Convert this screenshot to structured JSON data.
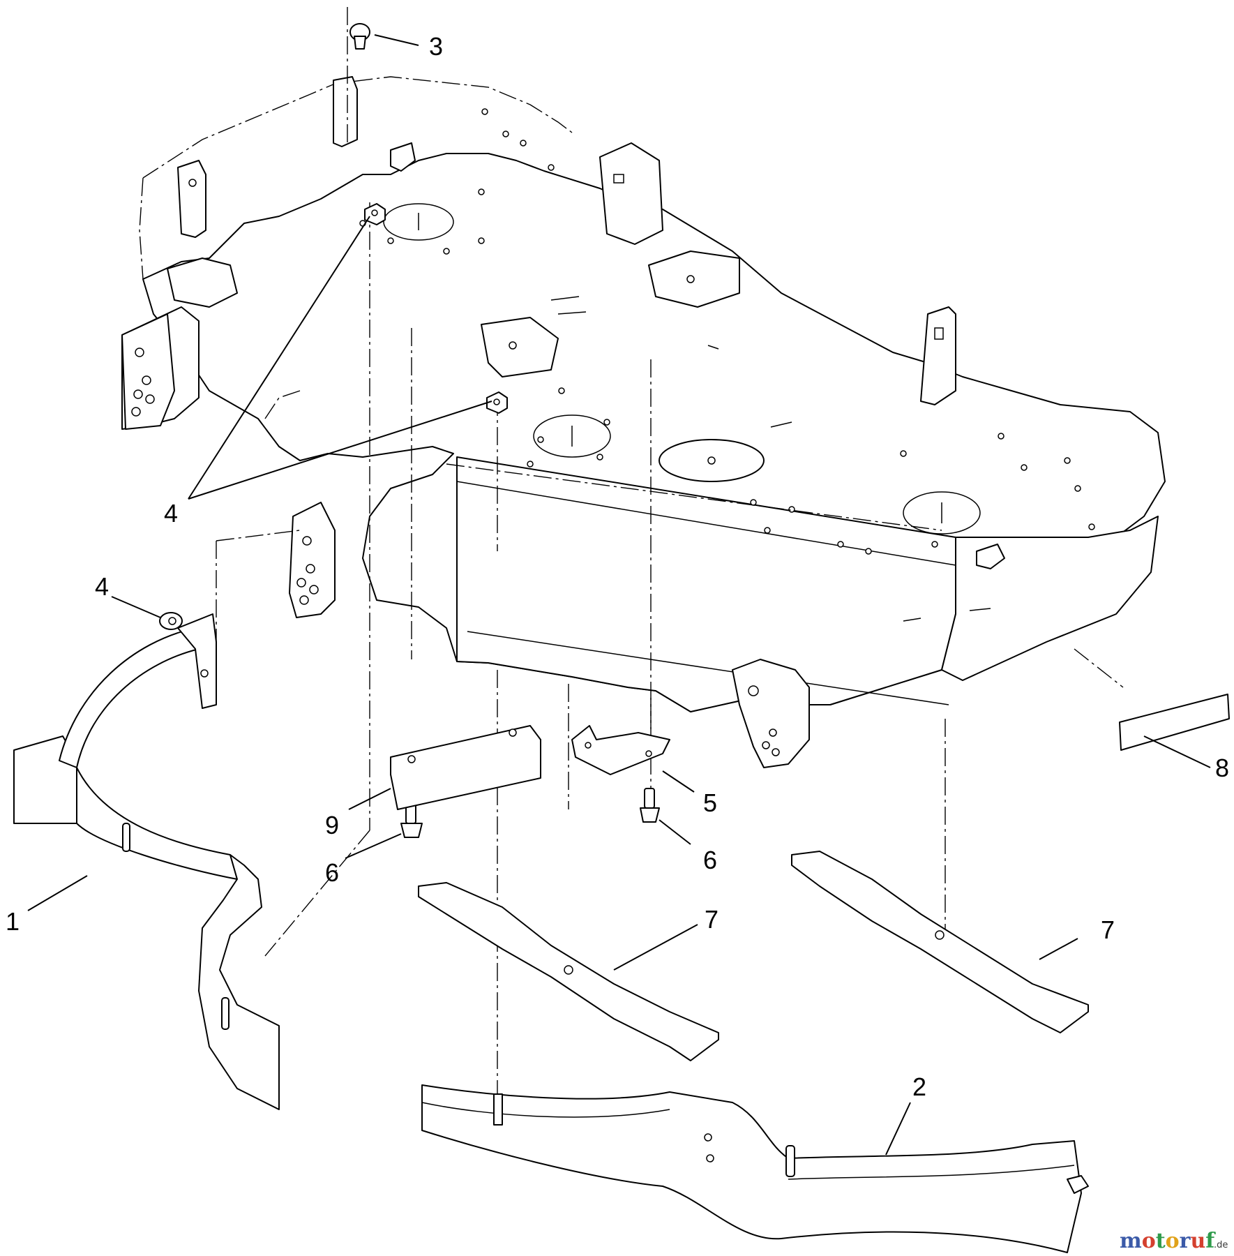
{
  "callouts": {
    "c1": "1",
    "c2": "2",
    "c3": "3",
    "c4a": "4",
    "c4b": "4",
    "c5": "5",
    "c6a": "6",
    "c6b": "6",
    "c7a": "7",
    "c7b": "7",
    "c8": "8",
    "c9": "9"
  },
  "watermark": {
    "letters": [
      "m",
      "o",
      "t",
      "o",
      "r",
      "u",
      "f"
    ],
    "colors": [
      "#3b5aa8",
      "#d4402f",
      "#2e9a4a",
      "#e0a21a",
      "#3b5aa8",
      "#d4402f",
      "#2e9a4a"
    ],
    "tld": ".de"
  }
}
